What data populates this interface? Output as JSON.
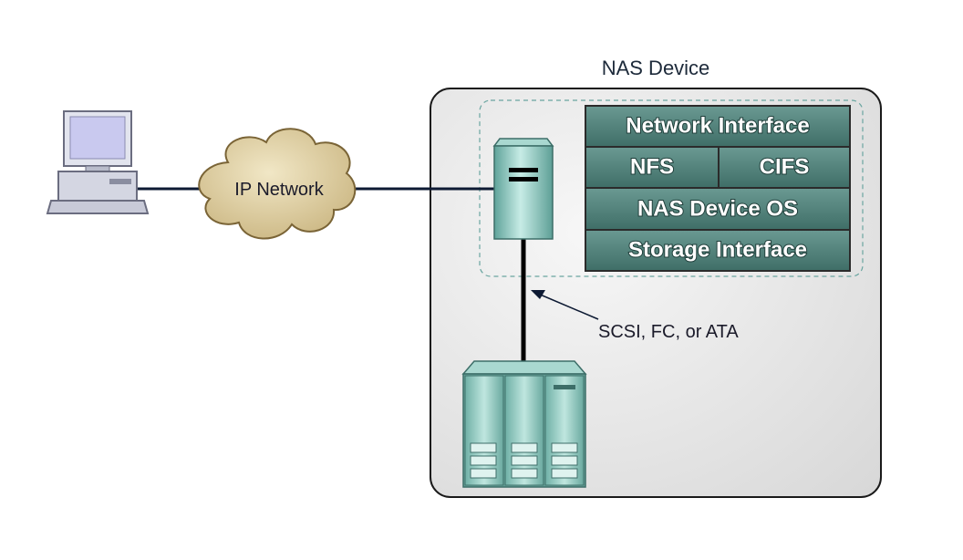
{
  "title": "NAS Device",
  "cloud_label": "IP Network",
  "connection_label": "SCSI, FC, or ATA",
  "stack": {
    "network_interface": "Network Interface",
    "nfs": "NFS",
    "cifs": "CIFS",
    "os": "NAS Device OS",
    "storage_interface": "Storage Interface"
  },
  "colors": {
    "stack_fill": "#4e7f78",
    "stack_border": "#2b2b2b",
    "nas_box_fill": "#e6e6e6",
    "link_line": "#0d1a33",
    "cloud_fill": "#d9c9a0",
    "server_fill": "#7fc0b6"
  },
  "icons": [
    "computer-icon",
    "cloud-icon",
    "nas-head-server-icon",
    "storage-array-icon",
    "arrow-icon"
  ]
}
